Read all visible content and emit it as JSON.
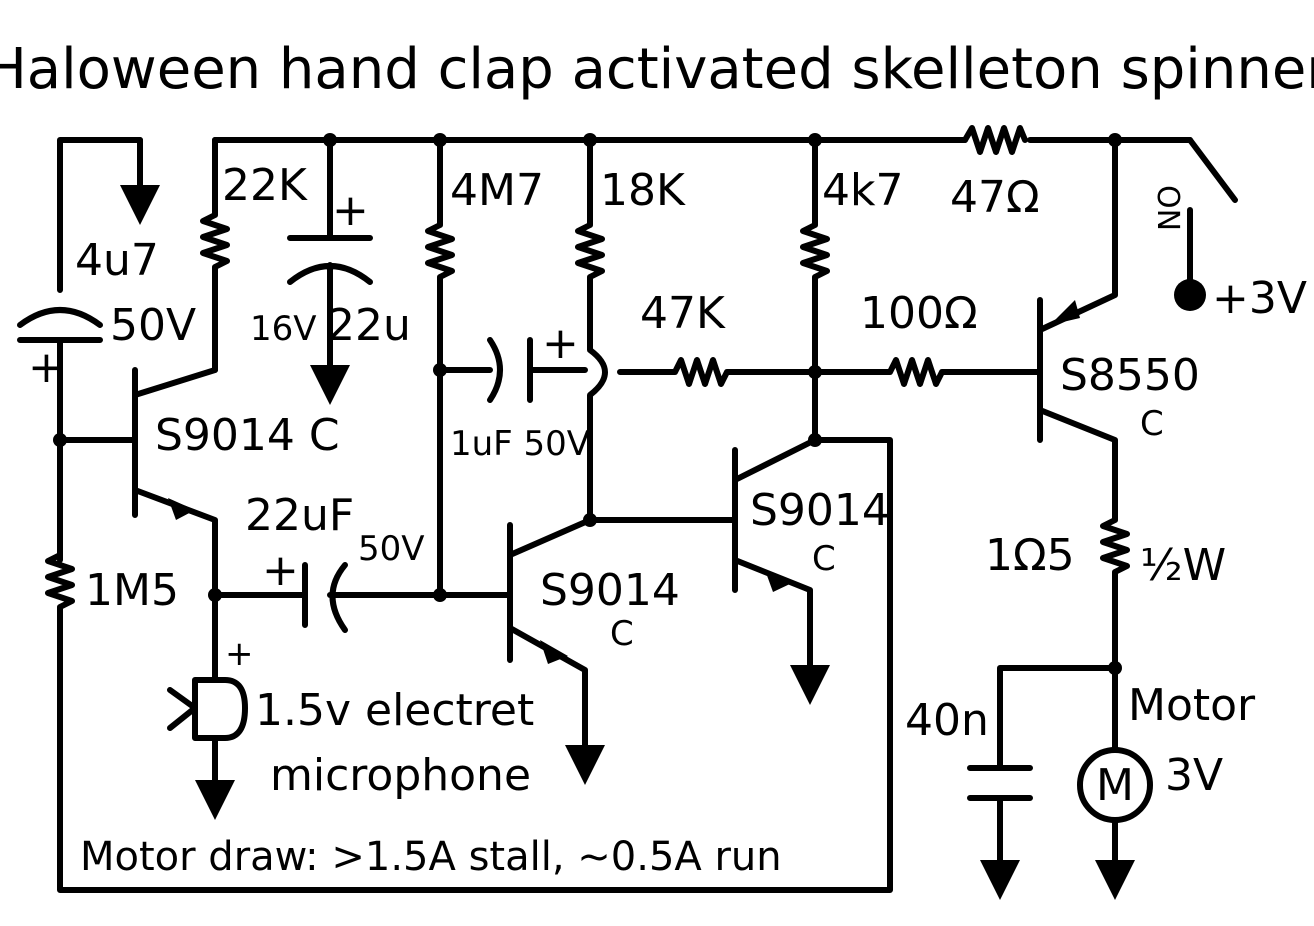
{
  "title": "Haloween hand clap activated skelleton spinner",
  "labels": {
    "r22k": "22K",
    "r4m7": "4M7",
    "r18k": "18K",
    "r4k7": "4k7",
    "r47ohm": "47Ω",
    "on": "ON",
    "c4u7": "4u7",
    "c4u7_v": "50V",
    "plus": "+",
    "c22u_v": "16V",
    "c22u": "22u",
    "c1uf": "1uF 50V",
    "r47k": "47K",
    "r100ohm": "100Ω",
    "q_pnp": "S8550",
    "q_pnp_sub": "C",
    "v3": "+3V",
    "q1": "S9014 C",
    "c22uf": "22uF",
    "c22uf_v": "50V",
    "q2": "S9014",
    "q2_sub": "C",
    "q3": "S9014",
    "q3_sub": "C",
    "r1m5": "1M5",
    "r1r5": "1Ω5",
    "r1r5_w": "½W",
    "c40n": "40n",
    "motor_label": "Motor",
    "motor_v": "3V",
    "motor_symbol": "M",
    "mic": "1.5v electret",
    "mic2": "microphone",
    "note": "Motor draw: >1.5A stall, ~0.5A run"
  }
}
